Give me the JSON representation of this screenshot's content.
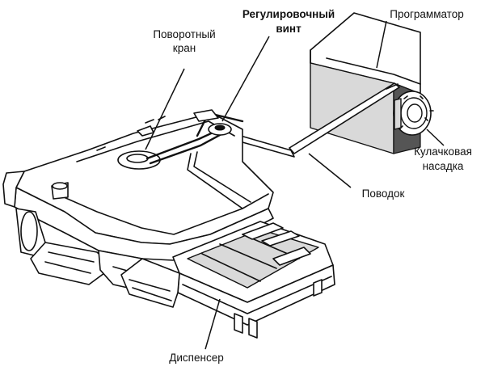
{
  "labels": {
    "rotary_valve": [
      "Поворотный",
      "кран"
    ],
    "adjusting_screw": [
      "Регулировочный",
      "винт"
    ],
    "programmer": "Программатор",
    "cam_nozzle": [
      "Кулачковая",
      "насадка"
    ],
    "lead": "Поводок",
    "dispenser": "Диспенсер"
  }
}
